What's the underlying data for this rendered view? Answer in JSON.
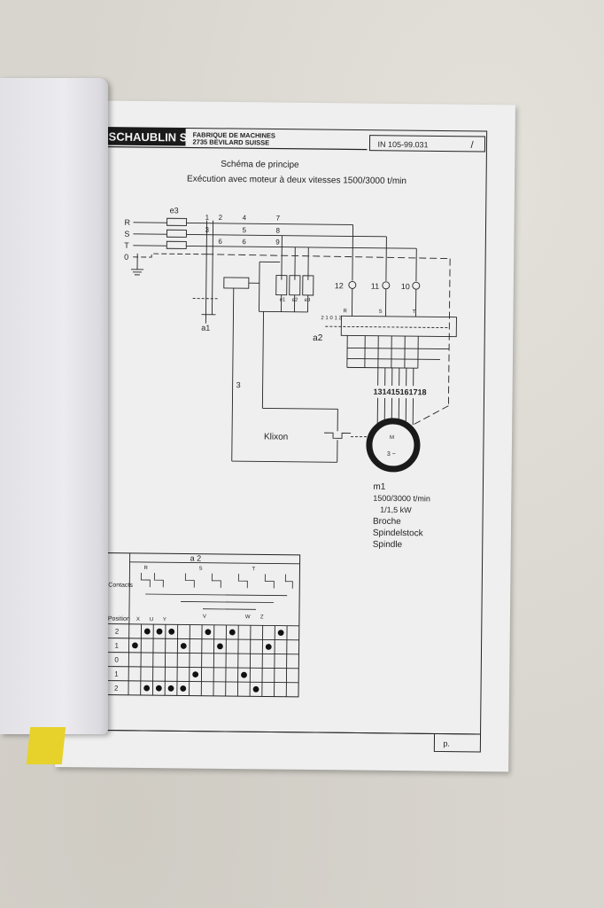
{
  "header": {
    "company": "SCHAUBLIN SA",
    "tagline_1": "FABRIQUE DE MACHINES",
    "tagline_2": "2735 BEVILARD  SUISSE",
    "doc_number": "IN 105-99.031",
    "doc_slash": "/"
  },
  "title": {
    "line1": "Schéma de principe",
    "line2": "Exécution avec moteur à deux vitesses  1500/3000  t/min"
  },
  "schematic": {
    "phases": [
      "R",
      "S",
      "T",
      "0"
    ],
    "fuse_label": "e3",
    "switch_label": "a1",
    "relay_labels": [
      "e1",
      "e2",
      "e3"
    ],
    "terminal_row1": [
      "1",
      "2",
      "4",
      "7"
    ],
    "terminal_row2": [
      "3",
      "5",
      "8"
    ],
    "terminal_row3": [
      "6",
      "6",
      "9"
    ],
    "motor_terminals_top": [
      "12",
      "11",
      "10"
    ],
    "selector_label": "a2",
    "selector_positions": "2 1 0 1 2",
    "selector_groups": [
      "R",
      "S",
      "T"
    ],
    "wire_3": "3",
    "motor_terminals_bottom": [
      "13",
      "14",
      "15",
      "16",
      "17",
      "18"
    ],
    "klixon_label": "Klixon",
    "motor_symbol_top": "M",
    "motor_symbol_bottom": "3 ~"
  },
  "motor_spec": {
    "name": "m1",
    "speed": "1500/3000  t/min",
    "power": "1/1,5 kW",
    "label_fr": "Broche",
    "label_de": "Spindelstock",
    "label_en": "Spindle"
  },
  "contact_table": {
    "title": "a 2",
    "contacts_label": "Contacts",
    "position_label": "Position",
    "top_letters": [
      "R",
      "S",
      "T"
    ],
    "bottom_letters": [
      "X",
      "U",
      "Y",
      "V",
      "W",
      "Z"
    ],
    "rows": [
      {
        "position": "2",
        "dots": [
          2,
          3,
          4,
          7,
          9,
          13
        ]
      },
      {
        "position": "1",
        "dots": [
          1,
          5,
          8,
          12
        ]
      },
      {
        "position": "0",
        "dots": []
      },
      {
        "position": "1",
        "dots": [
          6,
          10
        ]
      },
      {
        "position": "2",
        "dots": [
          2,
          3,
          4,
          5,
          11
        ]
      }
    ],
    "column_count": 14
  },
  "footer": {
    "page_label": "p."
  }
}
